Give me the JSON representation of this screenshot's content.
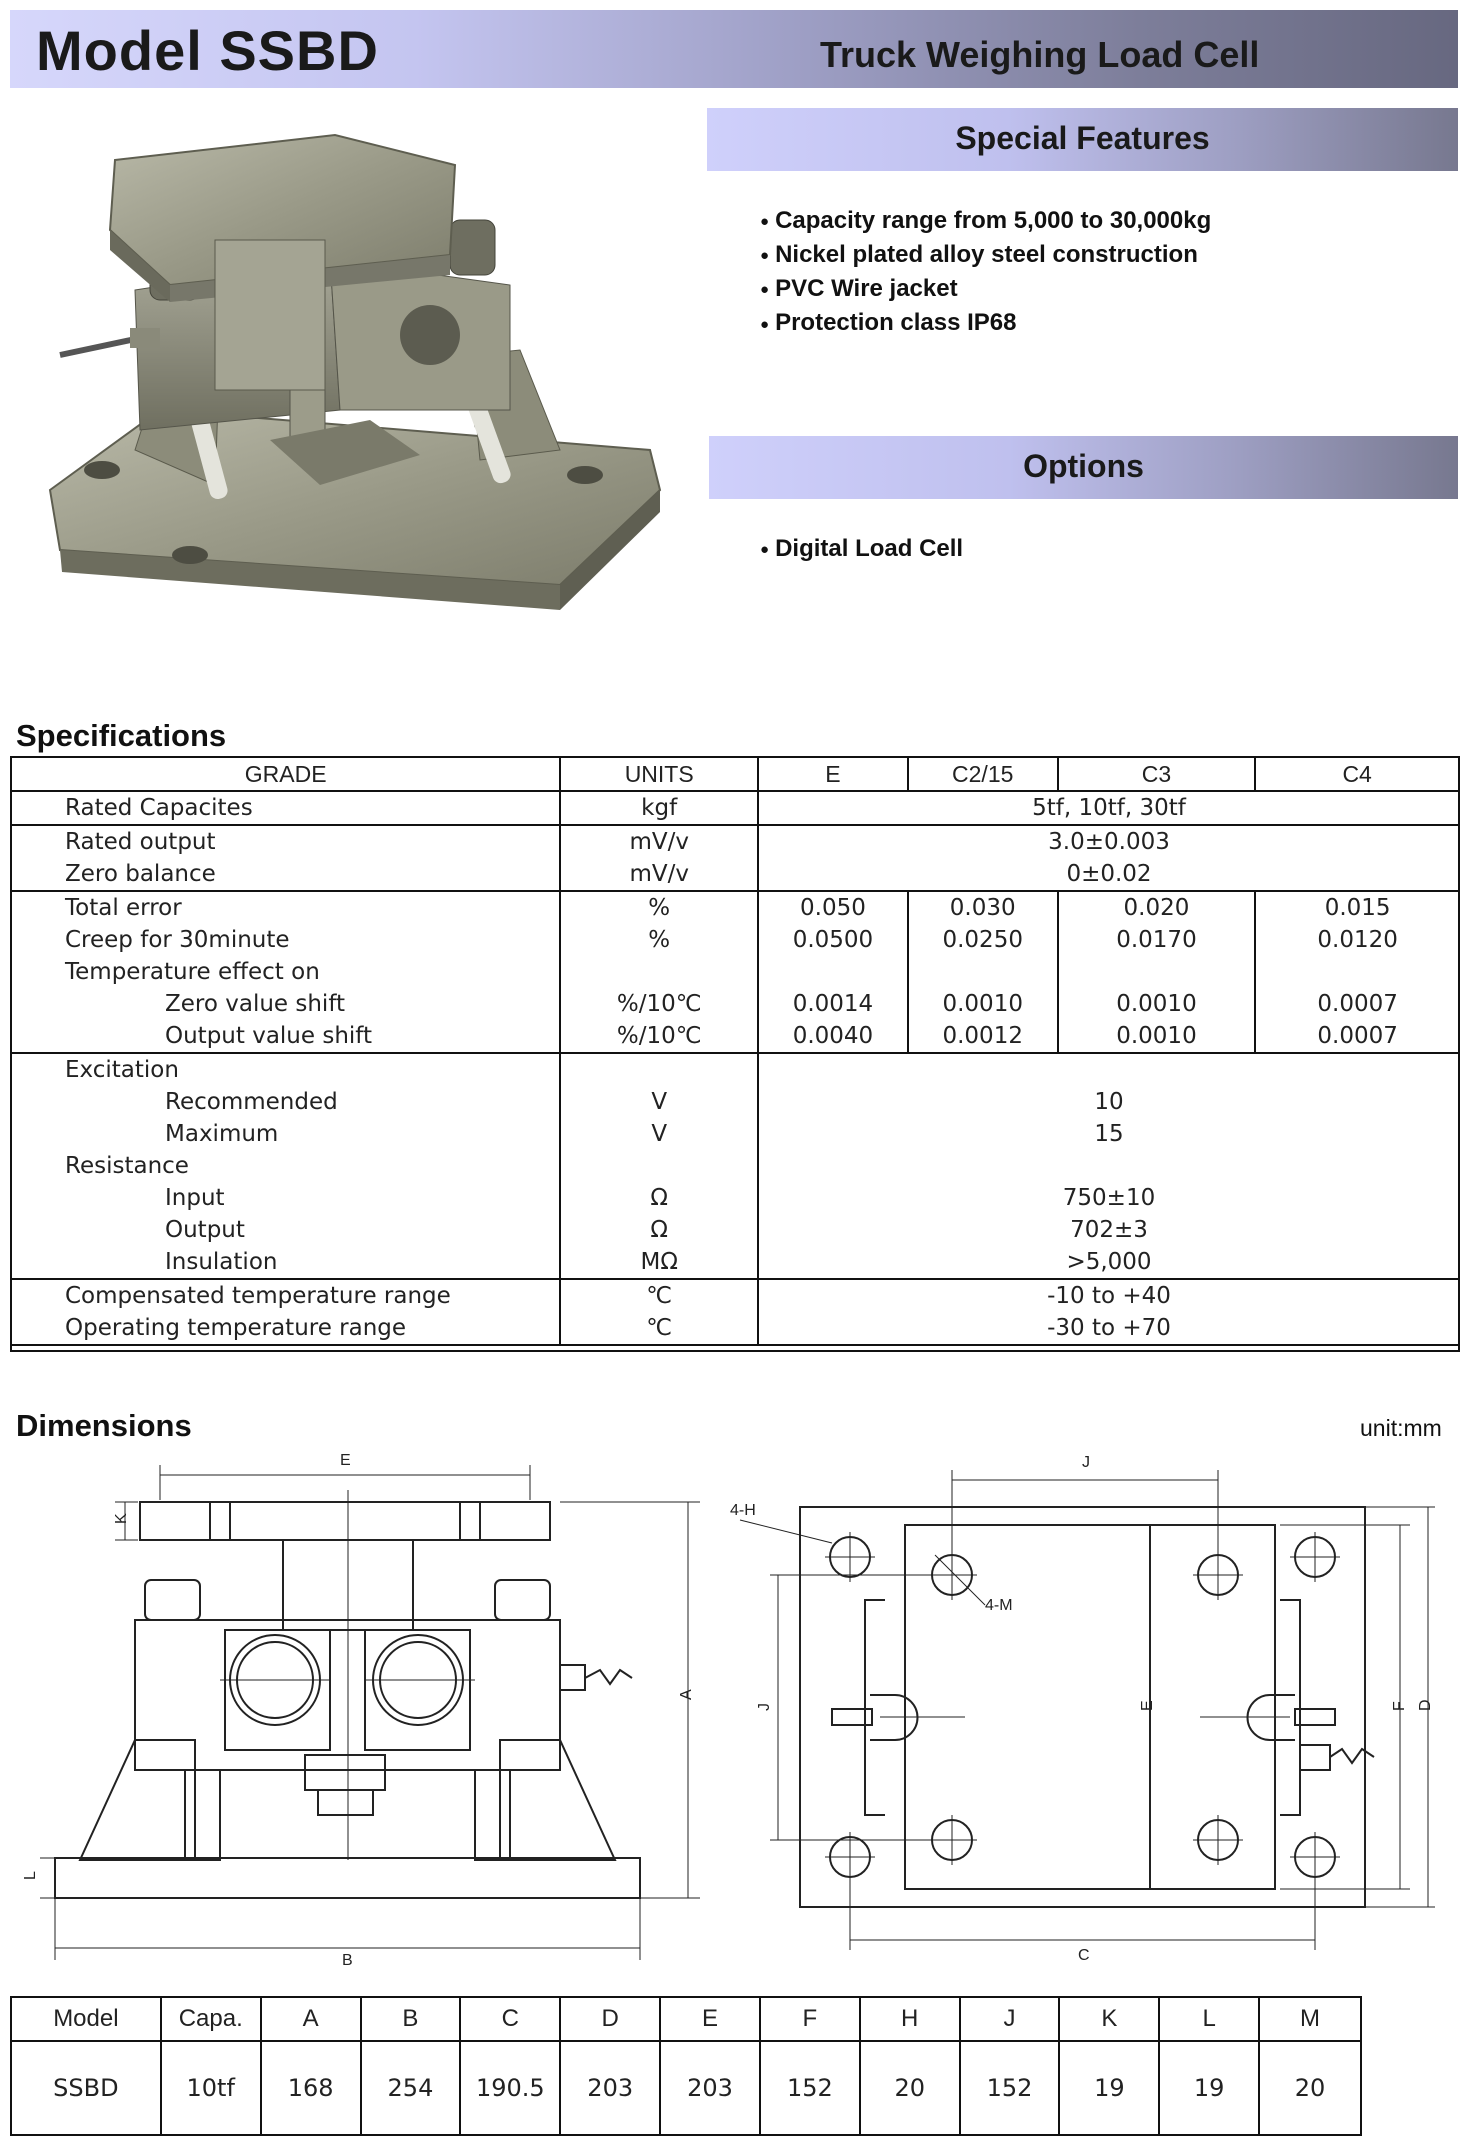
{
  "header": {
    "model": "Model  SSBD",
    "subtitle": "Truck Weighing Load Cell"
  },
  "special_features": {
    "title": "Special Features",
    "items": [
      "Capacity range from 5,000 to 30,000kg",
      "Nickel plated alloy steel construction",
      "PVC Wire jacket",
      "Protection class IP68"
    ]
  },
  "options": {
    "title": "Options",
    "items": [
      "Digital Load Cell"
    ]
  },
  "specifications": {
    "title": "Specifications",
    "headers": [
      "GRADE",
      "UNITS",
      "E",
      "C2/15",
      "C3",
      "C4"
    ],
    "rated_capacites": {
      "label": "Rated Capacites",
      "unit": "kgf",
      "value": "5tf, 10tf, 30tf"
    },
    "rated_output": {
      "label": "Rated output",
      "unit": "mV/v",
      "value": "3.0±0.003"
    },
    "zero_balance": {
      "label": "Zero balance",
      "unit": "mV/v",
      "value": "0±0.02"
    },
    "total_error": {
      "label": "Total error",
      "unit": "%",
      "values": [
        "0.050",
        "0.030",
        "0.020",
        "0.015"
      ]
    },
    "creep": {
      "label": "Creep for 30minute",
      "unit": "%",
      "values": [
        "0.0500",
        "0.0250",
        "0.0170",
        "0.0120"
      ]
    },
    "temp_effect": {
      "label": "Temperature effect on"
    },
    "zero_shift": {
      "label": "Zero value shift",
      "unit": "%/10℃",
      "values": [
        "0.0014",
        "0.0010",
        "0.0010",
        "0.0007"
      ]
    },
    "output_shift": {
      "label": "Output value shift",
      "unit": "%/10℃",
      "values": [
        "0.0040",
        "0.0012",
        "0.0010",
        "0.0007"
      ]
    },
    "excitation": {
      "label": "Excitation"
    },
    "recommended": {
      "label": "Recommended",
      "unit": "V",
      "value": "10"
    },
    "maximum": {
      "label": "Maximum",
      "unit": "V",
      "value": "15"
    },
    "resistance": {
      "label": "Resistance"
    },
    "input": {
      "label": "Input",
      "unit": "Ω",
      "value": "750±10"
    },
    "output": {
      "label": "Output",
      "unit": "Ω",
      "value": "702±3"
    },
    "insulation": {
      "label": "Insulation",
      "unit": "MΩ",
      "value": ">5,000"
    },
    "comp_temp": {
      "label": "Compensated temperature range",
      "unit": "℃",
      "value": "-10 to +40"
    },
    "oper_temp": {
      "label": "Operating temperature range",
      "unit": "℃",
      "value": "-30 to +70"
    }
  },
  "dimensions": {
    "title": "Dimensions",
    "unit": "unit:mm",
    "drawing_labels": {
      "E": "E",
      "K": "K",
      "A": "A",
      "L": "L",
      "B": "B",
      "J_top": "J",
      "H": "4-H",
      "M": "4-M",
      "J_side": "J",
      "E_mid": "E",
      "F": "F",
      "D": "D",
      "C": "C"
    },
    "headers": [
      "Model",
      "Capa.",
      "A",
      "B",
      "C",
      "D",
      "E",
      "F",
      "H",
      "J",
      "K",
      "L",
      "M"
    ],
    "row": [
      "SSBD",
      "10tf",
      "168",
      "254",
      "190.5",
      "203",
      "203",
      "152",
      "20",
      "152",
      "19",
      "19",
      "20"
    ]
  }
}
